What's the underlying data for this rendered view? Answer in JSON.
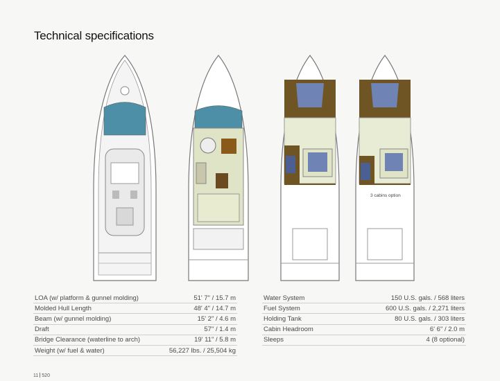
{
  "title": "Technical specifications",
  "plan_note": "3 cabins option",
  "specs_left": [
    {
      "label": "LOA (w/ platform & gunnel molding)",
      "value": "51' 7\" / 15.7 m"
    },
    {
      "label": "Molded Hull Length",
      "value": "48' 4\" / 14.7 m"
    },
    {
      "label": "Beam (w/ gunnel molding)",
      "value": "15' 2\" / 4.6 m"
    },
    {
      "label": "Draft",
      "value": "57\" / 1.4 m"
    },
    {
      "label": "Bridge Clearance (waterline to arch)",
      "value": "19' 11\" / 5.8 m"
    },
    {
      "label": "Weight (w/ fuel & water)",
      "value": "56,227 lbs. / 25,504 kg"
    }
  ],
  "specs_right": [
    {
      "label": "Water System",
      "value": "150 U.S. gals. / 568 liters"
    },
    {
      "label": "Fuel System",
      "value": "600 U.S. gals. / 2,271 liters"
    },
    {
      "label": "Holding Tank",
      "value": "80 U.S. gals. / 303 liters"
    },
    {
      "label": "Cabin Headroom",
      "value": "6' 6\" / 2.0 m"
    },
    {
      "label": "Sleeps",
      "value": "4 (8 optional)"
    }
  ],
  "footer": {
    "page": "11",
    "model": "520"
  }
}
